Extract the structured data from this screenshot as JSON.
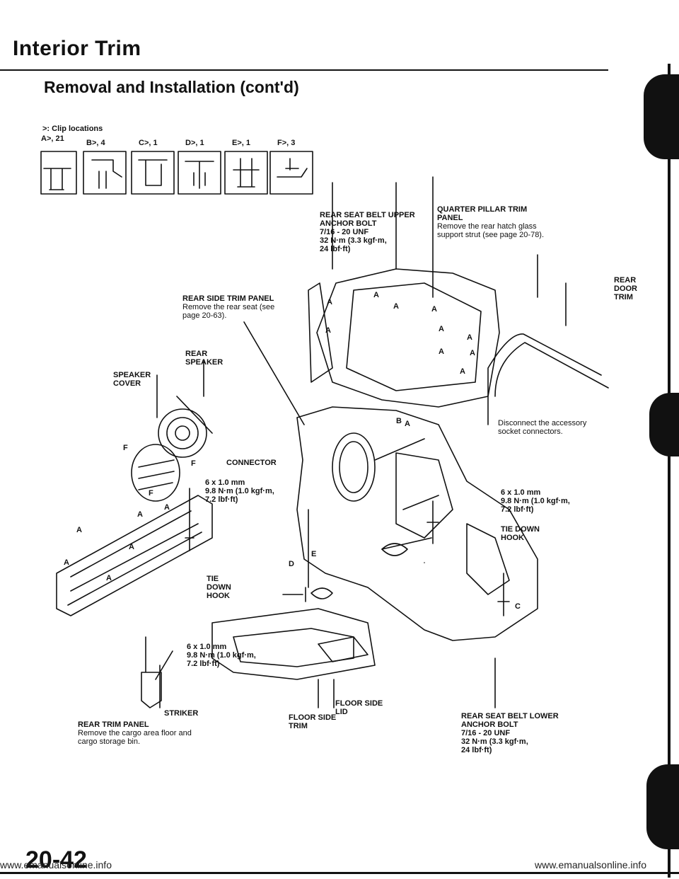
{
  "header": {
    "title": "Interior Trim",
    "subtitle": "Removal and Installation (cont'd)"
  },
  "clips": {
    "legend": ">: Clip locations",
    "items": [
      {
        "label": "A>, 21"
      },
      {
        "label": "B>, 4"
      },
      {
        "label": "C>, 1"
      },
      {
        "label": "D>, 1"
      },
      {
        "label": "E>, 1"
      },
      {
        "label": "F>, 3"
      }
    ]
  },
  "callouts": {
    "quarter_pillar": {
      "name": "QUARTER PILLAR TRIM PANEL",
      "note": "Remove the rear hatch glass support strut (see page 20-78)."
    },
    "upper_anchor": {
      "name": "REAR SEAT BELT UPPER ANCHOR BOLT",
      "spec": "7/16 - 20 UNF",
      "torque1": "32 N·m (3.3 kgf·m,",
      "torque2": "24 lbf·ft)"
    },
    "rear_door_trim": {
      "name": "REAR DOOR TRIM"
    },
    "rear_side_trim": {
      "name": "REAR SIDE TRIM PANEL",
      "note": "Remove the rear seat (see page 20-63)."
    },
    "rear_speaker": {
      "name": "REAR SPEAKER"
    },
    "speaker_cover": {
      "name": "SPEAKER COVER"
    },
    "connector": {
      "name": "CONNECTOR"
    },
    "disconnect_note": {
      "note": "Disconnect the accessory socket connectors."
    },
    "bolt_left": {
      "size": "6 x 1.0 mm",
      "torque1": "9.8 N·m (1.0 kgf·m,",
      "torque2": "7.2 lbf·ft)"
    },
    "bolt_right": {
      "size": "6 x 1.0 mm",
      "torque1": "9.8 N·m (1.0 kgf·m,",
      "torque2": "7.2 lbf·ft)"
    },
    "bolt_bottom": {
      "size": "6 x 1.0 mm",
      "torque1": "9.8 N·m (1.0 kgf·m,",
      "torque2": "7.2 lbf·ft)"
    },
    "tie_down_center": {
      "name": "TIE DOWN HOOK"
    },
    "tie_down_right": {
      "name": "TIE DOWN HOOK"
    },
    "striker": {
      "name": "STRIKER"
    },
    "floor_side_lid": {
      "name": "FLOOR SIDE LID"
    },
    "floor_side_trim": {
      "name": "FLOOR SIDE TRIM"
    },
    "rear_trim_panel": {
      "name": "REAR TRIM PANEL",
      "note": "Remove the cargo area floor and cargo storage bin."
    },
    "lower_anchor": {
      "name": "REAR SEAT BELT LOWER ANCHOR BOLT",
      "spec": "7/16 - 20 UNF",
      "torque1": "32 N·m (3.3 kgf·m,",
      "torque2": "24 lbf·ft)"
    }
  },
  "markers": [
    "A",
    "B",
    "C",
    "D",
    "E",
    "F"
  ],
  "footer": {
    "page_number": "20-42",
    "website": "www.emanualsonline.info"
  }
}
